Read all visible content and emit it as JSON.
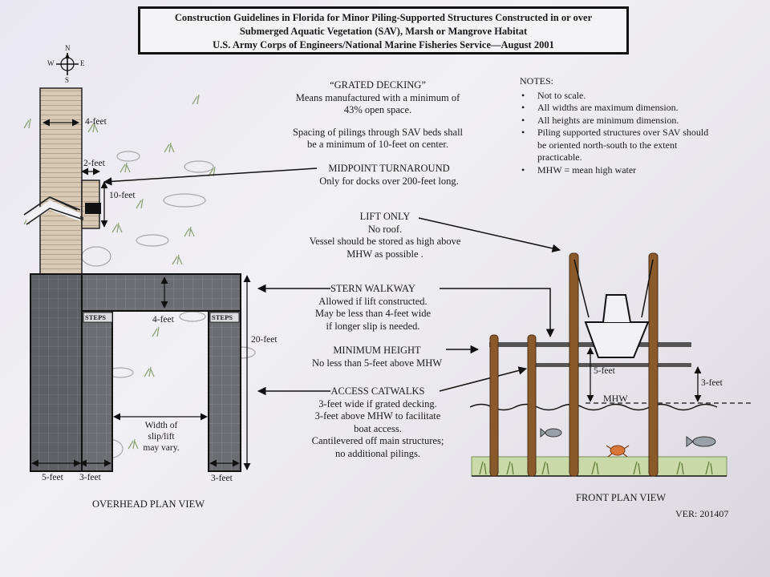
{
  "header": {
    "line1": "Construction Guidelines in Florida for Minor Piling-Supported Structures Constructed in or over",
    "line2": "Submerged Aquatic Vegetation (SAV), Marsh or Mangrove Habitat",
    "line3": "U.S. Army Corps of Engineers/National Marine Fisheries Service—August 2001"
  },
  "compass": {
    "n": "N",
    "s": "S",
    "e": "E",
    "w": "W"
  },
  "grated": {
    "title": "“GRATED DECKING”",
    "line1": "Means manufactured with a minimum of",
    "line2": "43% open space.",
    "spacing1": "Spacing of pilings through SAV beds shall",
    "spacing2": "be a minimum of 10-feet on center."
  },
  "notes": {
    "title": "NOTES:",
    "items": [
      "Not to scale.",
      "All widths are maximum dimension.",
      "All heights are minimum dimension.",
      "Piling supported structures over SAV should be oriented north-south to the extent practicable.",
      "MHW = mean high water"
    ]
  },
  "midpoint": {
    "title": "MIDPOINT TURNAROUND",
    "desc": "Only for docks over 200-feet long."
  },
  "lift": {
    "title": "LIFT ONLY",
    "line1": "No roof.",
    "line2": "Vessel should be stored as high above",
    "line3": "MHW as possible ."
  },
  "stern": {
    "title": "STERN WALKWAY",
    "line1": "Allowed if lift constructed.",
    "line2": "May be less than 4-feet wide",
    "line3": "if longer slip is needed."
  },
  "minheight": {
    "title": "MINIMUM HEIGHT",
    "desc": "No less than 5-feet above MHW"
  },
  "access": {
    "title": "ACCESS CATWALKS",
    "line1": "3-feet wide if grated decking.",
    "line2": "3-feet above MHW to facilitate",
    "line3": "boat access.",
    "line4": "Cantilevered off main structures;",
    "line5": "no additional pilings."
  },
  "dims": {
    "four_ft_top": "4-feet",
    "two_ft": "2-feet",
    "ten_ft": "10-feet",
    "four_ft_walk": "4-feet",
    "twenty_ft": "20-feet",
    "steps_left": "STEPS",
    "steps_right": "STEPS",
    "five_ft_bottom": "5-feet",
    "three_ft_bottom": "3-feet",
    "three_ft_right": "3-feet",
    "slip1": "Width of",
    "slip2": "slip/lift",
    "slip3": "may vary.",
    "front_five": "5-feet",
    "front_three": "3-feet",
    "mhw": "MHW"
  },
  "views": {
    "overhead": "OVERHEAD PLAN VIEW",
    "front": "FRONT PLAN VIEW",
    "version": "VER: 201407"
  },
  "colors": {
    "deck_light": "#d8c9b5",
    "deck_dark": "#5e5e64",
    "piling": "#8a5a2b",
    "frame": "#111111"
  }
}
